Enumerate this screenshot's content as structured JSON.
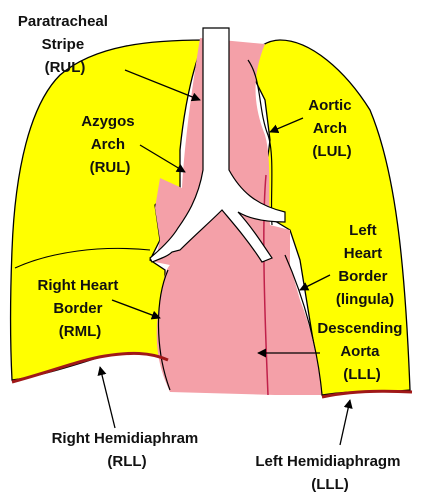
{
  "colors": {
    "lung": "#ffff00",
    "mediastinum": "#f4a0a8",
    "airway": "#ffffff",
    "diaphragm": "#a01818",
    "outline": "#000000"
  },
  "labels": {
    "paratracheal": [
      "Paratracheal",
      "Stripe",
      "(RUL)"
    ],
    "azygos": [
      "Azygos",
      "Arch",
      "(RUL)"
    ],
    "aortic_arch": [
      "Aortic",
      "Arch",
      "(LUL)"
    ],
    "left_heart": [
      "Left",
      "Heart",
      "Border",
      "(lingula)"
    ],
    "right_heart": [
      "Right Heart",
      "Border",
      "(RML)"
    ],
    "descending_aorta": [
      "Descending",
      "Aorta",
      "(LLL)"
    ],
    "right_hemidiaphragm": [
      "Right Hemidiaphram",
      "(RLL)"
    ],
    "left_hemidiaphragm": [
      "Left Hemidiaphragm",
      "(LLL)"
    ]
  }
}
